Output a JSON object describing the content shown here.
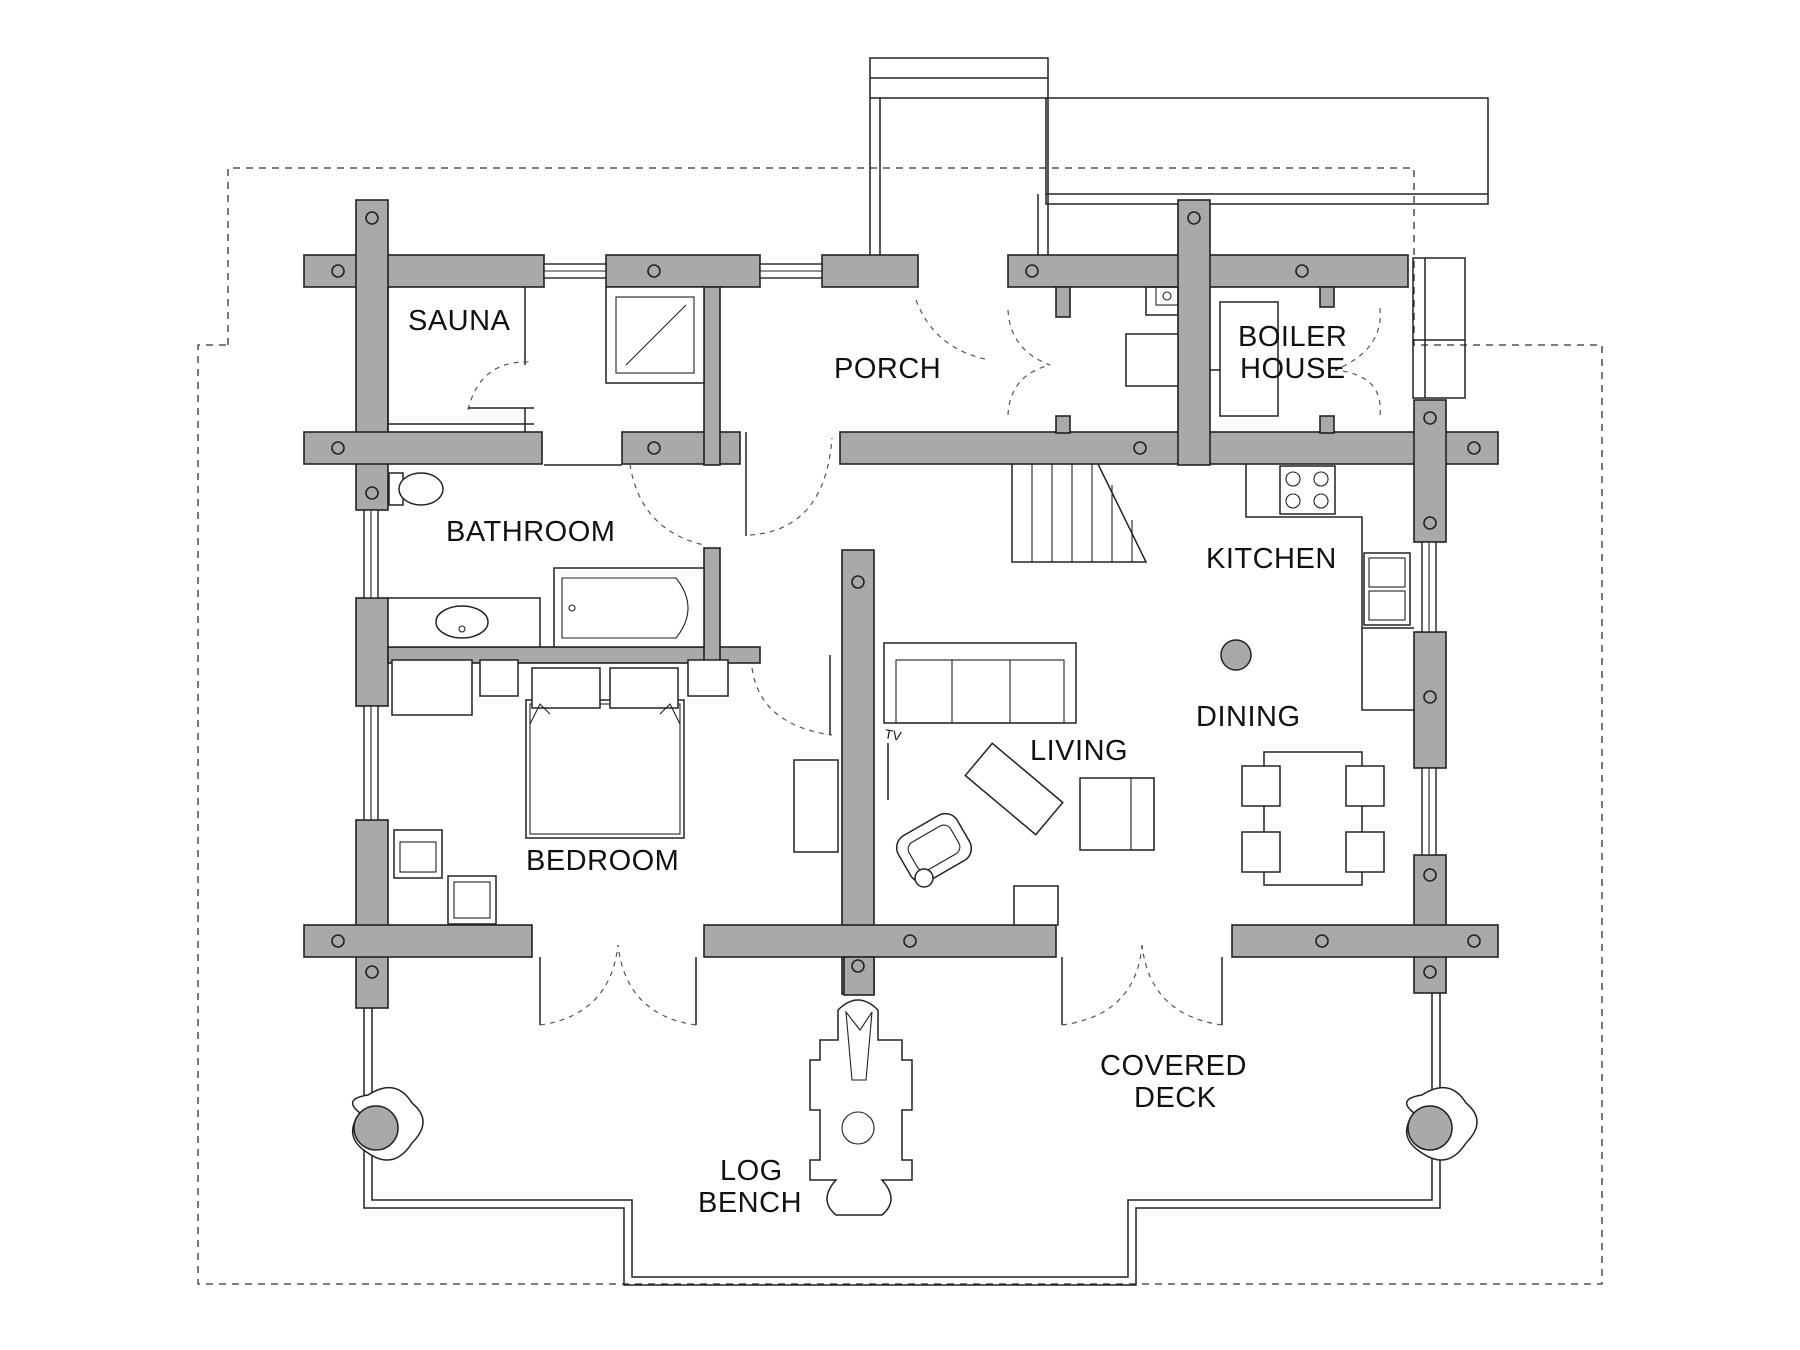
{
  "rooms": {
    "sauna": "SAUNA",
    "porch": "PORCH",
    "boiler_line1": "BOILER",
    "boiler_line2": "HOUSE",
    "bathroom": "BATHROOM",
    "kitchen": "KITCHEN",
    "dining": "DINING",
    "living": "LIVING",
    "bedroom": "BEDROOM",
    "covered_deck_line1": "COVERED",
    "covered_deck_line2": "DECK",
    "log_bench_line1": "LOG",
    "log_bench_line2": "BENCH"
  },
  "fixtures": {
    "tv_label": "TV"
  },
  "colors": {
    "walls": "#a9a9a9",
    "lines": "#222222",
    "background": "#ffffff"
  }
}
